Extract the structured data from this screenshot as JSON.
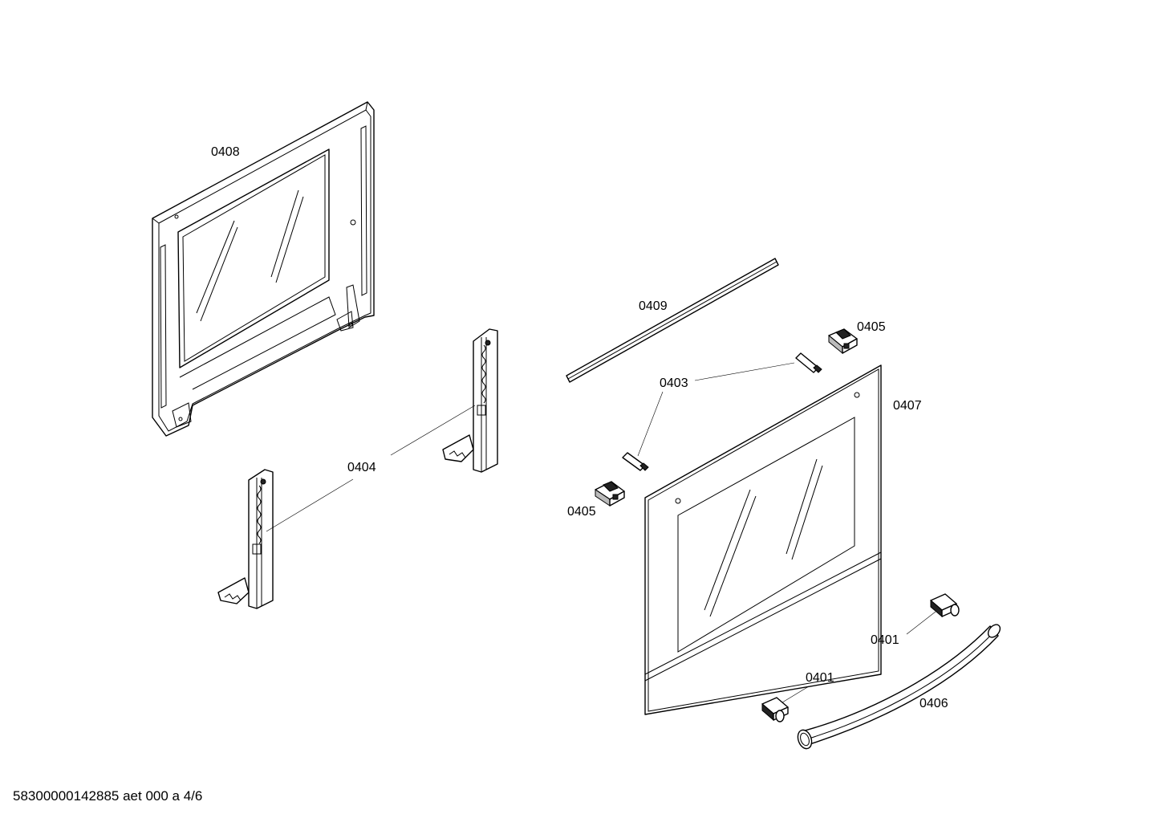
{
  "diagram": {
    "part_labels": {
      "p0408": "0408",
      "p0409": "0409",
      "p0405_top": "0405",
      "p0403": "0403",
      "p0407": "0407",
      "p0404": "0404",
      "p0405_bottom": "0405",
      "p0401_right": "0401",
      "p0401_bottom": "0401",
      "p0406": "0406"
    },
    "footer_code": "58300000142885 aet 000 a 4/6"
  }
}
